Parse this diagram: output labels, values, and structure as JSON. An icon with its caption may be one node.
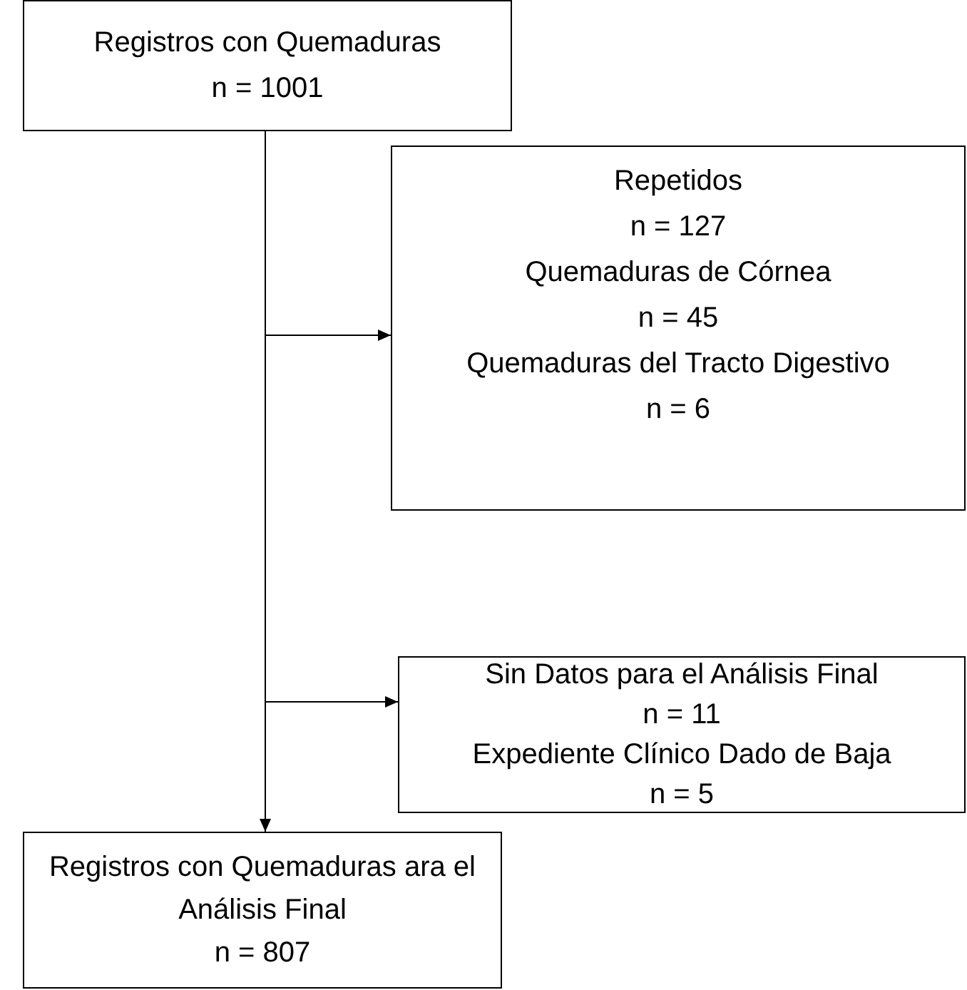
{
  "diagram": {
    "nodes": [
      {
        "text": [
          "Registros con Quemaduras",
          "n = 1001"
        ]
      },
      {
        "text": [
          "Repetidos",
          "n = 127",
          "Quemaduras de Córnea",
          "n = 45",
          "Quemaduras del Tracto Digestivo",
          "n = 6"
        ]
      },
      {
        "text": [
          "Sin Datos para el Análisis Final",
          "n = 11",
          "Expediente Clínico Dado de Baja",
          "n = 5"
        ]
      },
      {
        "text": [
          "Registros con Quemaduras ara el Análisis Final",
          "n = 807"
        ]
      }
    ],
    "edges": [
      {
        "from": 0,
        "to": 1,
        "arrow": "to"
      },
      {
        "from": 0,
        "to": 2,
        "arrow": "to"
      },
      {
        "from": 0,
        "to": 3,
        "arrow": "to"
      }
    ]
  }
}
